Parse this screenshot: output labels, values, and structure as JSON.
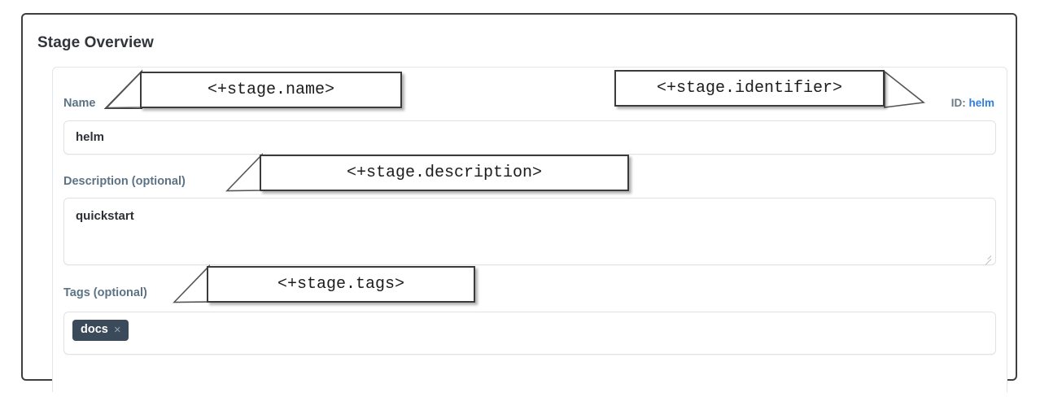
{
  "page": {
    "title": "Stage Overview"
  },
  "form": {
    "name": {
      "label": "Name",
      "value": "helm",
      "placeholder": ""
    },
    "identifier": {
      "key": "ID:",
      "value": "helm"
    },
    "description": {
      "label": "Description (optional)",
      "value": "quickstart",
      "placeholder": ""
    },
    "tags": {
      "label": "Tags (optional)",
      "chips": [
        {
          "label": "docs",
          "remove_icon": "×"
        }
      ],
      "placeholder": ""
    }
  },
  "callouts": [
    {
      "name": "stage-name",
      "text": "<+stage.name>"
    },
    {
      "name": "stage-identifier",
      "text": "<+stage.identifier>"
    },
    {
      "name": "stage-description",
      "text": "<+stage.description>"
    },
    {
      "name": "stage-tags",
      "text": "<+stage.tags>"
    }
  ],
  "colors": {
    "frame_border": "#3f3f3f",
    "label_text": "#5b7385",
    "id_value_link": "#2f7fe0",
    "tag_chip_bg": "#3a4a5a",
    "tag_chip_text": "#ffffff",
    "callout_border": "#3b3b3b",
    "input_border": "#dfe3e6",
    "title_text": "#31343a"
  }
}
